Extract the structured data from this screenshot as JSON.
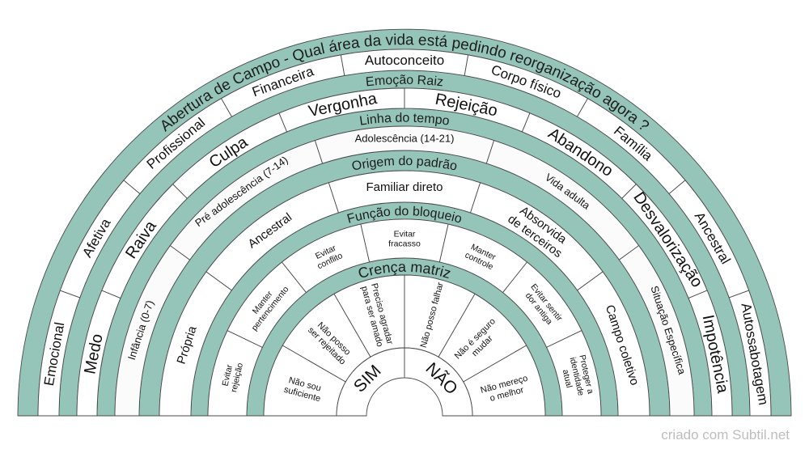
{
  "colors": {
    "band": "#95c5b9",
    "ring": "#ffffff",
    "ring_alt": "#fbfbfb",
    "stroke": "#4a4a4a"
  },
  "bands": [
    "Abertura de Campo - Qual área da vida está pedindo reorganização agora ?",
    "Emoção Raiz",
    "Linha do tempo",
    "Origem  do padrão",
    "Função do bloqueio",
    "Crença matriz"
  ],
  "rings": [
    {
      "name": "area-da-vida",
      "labels": [
        [
          "Emocional"
        ],
        [
          "Afetiva"
        ],
        [
          "Profissional"
        ],
        [
          "Financeira"
        ],
        [
          "Autoconceito"
        ],
        [
          "Corpo físico"
        ],
        [
          "Família"
        ],
        [
          "Ancestral"
        ],
        [
          "Autossabotagem"
        ]
      ]
    },
    {
      "name": "emocao-raiz",
      "labels": [
        [
          "Medo"
        ],
        [
          "Raiva"
        ],
        [
          "Culpa"
        ],
        [
          "Vergonha"
        ],
        [
          "Rejeição"
        ],
        [
          "Abandono"
        ],
        [
          "Desvalorização"
        ],
        [
          "Impotência"
        ]
      ]
    },
    {
      "name": "linha-do-tempo",
      "labels": [
        [
          "Infância (0-7)"
        ],
        [
          "Pré adolescência (7-14)"
        ],
        [
          "Adolescência (14-21)"
        ],
        [
          "Vida adulta"
        ],
        [
          "Situação Específica"
        ]
      ]
    },
    {
      "name": "origem-do-padrao",
      "labels": [
        [
          "Própria"
        ],
        [
          "Ancestral"
        ],
        [
          "Familiar direto"
        ],
        [
          "Absorvida",
          "de terceiros"
        ],
        [
          "Campo coletivo"
        ]
      ]
    },
    {
      "name": "funcao-do-bloqueio",
      "labels": [
        [
          "Evitar",
          "rejeição"
        ],
        [
          "Manter",
          "pertencimento"
        ],
        [
          "Evitar",
          "conflito"
        ],
        [
          "Evitar",
          "fracasso"
        ],
        [
          "Manter",
          "controle"
        ],
        [
          "Evitar sentir",
          "dor antiga"
        ],
        [
          "Proteger a",
          "identidade",
          "atual"
        ]
      ]
    },
    {
      "name": "crenca-matriz",
      "labels": [
        [
          "Não sou",
          "suficiente"
        ],
        [
          "Não posso",
          "ser rejeitado"
        ],
        [
          "Preciso agradar",
          "para ser amado"
        ],
        [
          "Não posso falhar"
        ],
        [
          "Não é seguro",
          "mudar"
        ],
        [
          "Não mereço",
          "o melhor"
        ]
      ]
    },
    {
      "name": "sim-nao",
      "labels": [
        [
          "SIM"
        ],
        [
          "NÃO"
        ]
      ]
    }
  ],
  "footer": "criado com Subtil.net"
}
